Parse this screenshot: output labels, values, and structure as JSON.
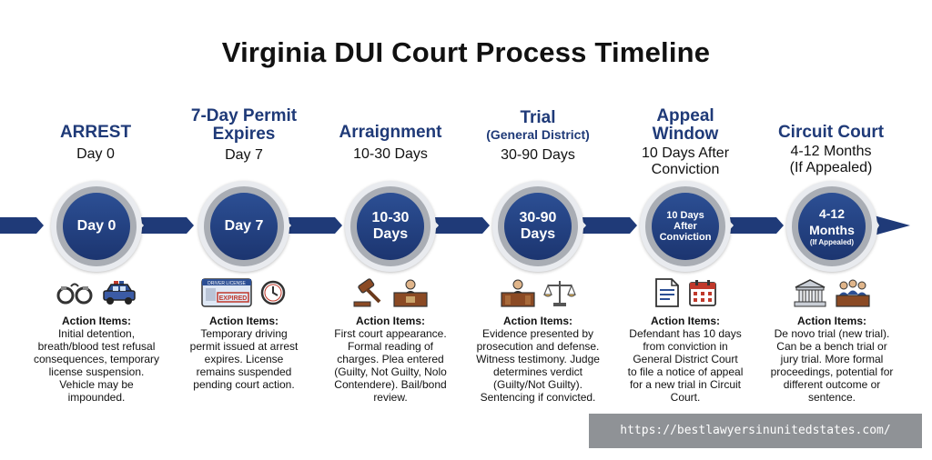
{
  "title": "Virginia DUI Court Process Timeline",
  "stages": [
    {
      "name": "ARREST",
      "subname": "",
      "when": [
        "Day 0"
      ],
      "circle": [
        "Day 0"
      ],
      "icons": [
        "handcuffs-icon",
        "police-car-icon"
      ],
      "actions_head": "Action Items:",
      "actions": "Initial detention, breath/blood test refusal consequences, temporary license suspension. Vehicle may be impounded."
    },
    {
      "name": "7-Day Permit Expires",
      "subname": "",
      "when": [
        "Day 7"
      ],
      "circle": [
        "Day 7"
      ],
      "icons": [
        "driver-license-icon",
        "clock-icon"
      ],
      "license_text": [
        "DRIVER LICENSE",
        "EXPIRED"
      ],
      "actions_head": "Action Items:",
      "actions": "Temporary driving permit issued at arrest expires. License remains suspended pending court action."
    },
    {
      "name": "Arraignment",
      "subname": "",
      "when": [
        "10-30 Days"
      ],
      "circle": [
        "10-30",
        "Days"
      ],
      "icons": [
        "gavel-icon",
        "judge-bench-icon"
      ],
      "actions_head": "Action Items:",
      "actions": "First court appearance. Formal reading of charges. Plea entered (Guilty, Not Guilty, Nolo Contendere). Bail/bond review."
    },
    {
      "name": "Trial",
      "subname": "(General District)",
      "when": [
        "30-90 Days"
      ],
      "circle": [
        "30-90",
        "Days"
      ],
      "icons": [
        "courtroom-icon",
        "scales-icon"
      ],
      "actions_head": "Action Items:",
      "actions": "Evidence presented by prosecution and defense. Witness testimony. Judge determines verdict (Guilty/Not Guilty). Sentencing if convicted."
    },
    {
      "name": "Appeal Window",
      "subname": "",
      "when": [
        "10 Days After",
        "Conviction"
      ],
      "circle": [
        "10 Days",
        "After",
        "Conviction"
      ],
      "icons": [
        "document-icon",
        "calendar-icon"
      ],
      "actions_head": "Action Items:",
      "actions": "Defendant has 10 days from conviction in General District Court to file a notice of appeal for a new trial in Circuit Court."
    },
    {
      "name": "Circuit Court",
      "subname": "",
      "when": [
        "4-12 Months",
        "(If Appealed)"
      ],
      "circle": [
        "4-12",
        "Months",
        "(If Appealed)"
      ],
      "icons": [
        "courthouse-icon",
        "jury-icon"
      ],
      "actions_head": "Action Items:",
      "actions": "De novo trial (new trial). Can be a bench trial or jury trial. More formal proceedings, potential for different outcome or sentence."
    }
  ],
  "watermark": "https://bestlawyersinunitedstates.com/",
  "colors": {
    "navy": "#1f3a78",
    "circle_blue": "#23417f",
    "ring": "#a9adb4",
    "watermark_bg": "#8f9296"
  }
}
